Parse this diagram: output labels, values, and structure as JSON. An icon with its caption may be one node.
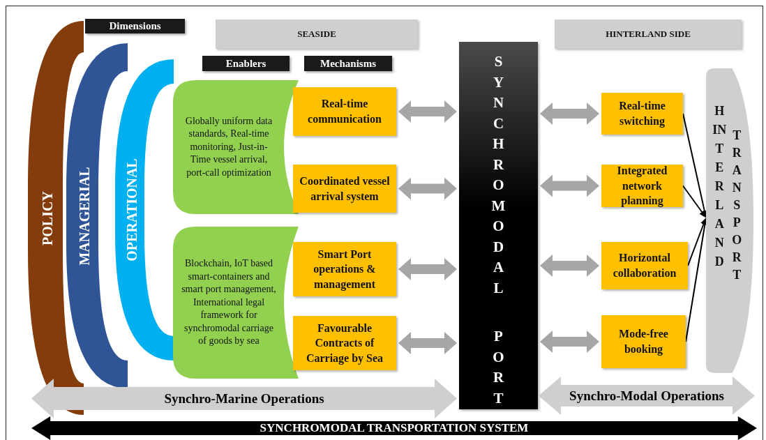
{
  "diagram": {
    "nodes": [
      {
        "text": [
          "Dimensions"
        ]
      },
      {
        "text": [
          "SEASIDE"
        ]
      },
      {
        "text": [
          "HINTERLAND SIDE"
        ]
      },
      {
        "text": [
          "Enablers"
        ]
      },
      {
        "text": [
          "Mechanisms"
        ]
      },
      {
        "text": [
          "POLICY"
        ]
      },
      {
        "text": [
          "MANAGERIAL"
        ]
      },
      {
        "text": [
          "OPERATIONAL"
        ]
      },
      {
        "text": [
          "Globally uniform data standards, Real-time monitoring, Just-in-Time vessel arrival, port-call optimization"
        ]
      },
      {
        "text": [
          "Real-time communication"
        ]
      },
      {
        "text": [
          "Coordinated vessel arrival system"
        ]
      },
      {
        "text": [
          "Blockchain, IoT based smart-containers and smart port management, International legal framework for synchromodal carriage of goods by sea"
        ]
      },
      {
        "text": [
          "Smart Port operations & management"
        ]
      },
      {
        "text": [
          "Favourable Contracts of Carriage by Sea"
        ]
      },
      {
        "text": [
          "SYNCHROMODAL PORT"
        ]
      },
      {
        "text": [
          "Real-time switching"
        ]
      },
      {
        "text": [
          "Integrated network planning"
        ]
      },
      {
        "text": [
          "Horizontal collaboration"
        ]
      },
      {
        "text": [
          "Mode-free booking"
        ]
      },
      {
        "text": [
          "HINTERLAND",
          "TRANSPORT"
        ]
      },
      {
        "text": [
          "Synchro-Marine Operations"
        ]
      },
      {
        "text": [
          "Synchro-Modal Operations"
        ]
      },
      {
        "text": [
          "SYNCHROMODAL TRANSPORTATION SYSTEM"
        ]
      }
    ],
    "edges": [
      {
        "from": 9,
        "to": 14,
        "arrow": "both"
      },
      {
        "from": 10,
        "to": 14,
        "arrow": "both"
      },
      {
        "from": 12,
        "to": 14,
        "arrow": "both"
      },
      {
        "from": 13,
        "to": 14,
        "arrow": "both"
      },
      {
        "from": 14,
        "to": 15,
        "arrow": "both"
      },
      {
        "from": 14,
        "to": 16,
        "arrow": "both"
      },
      {
        "from": 14,
        "to": 17,
        "arrow": "both"
      },
      {
        "from": 14,
        "to": 18,
        "arrow": "both"
      },
      {
        "from": 15,
        "to": 19,
        "arrow": "to",
        "color": "#000000"
      },
      {
        "from": 16,
        "to": 19,
        "arrow": "to",
        "color": "#000000"
      },
      {
        "from": 17,
        "to": 19,
        "arrow": "to",
        "color": "#000000"
      },
      {
        "from": 18,
        "to": 19,
        "arrow": "to",
        "color": "#000000"
      }
    ]
  }
}
